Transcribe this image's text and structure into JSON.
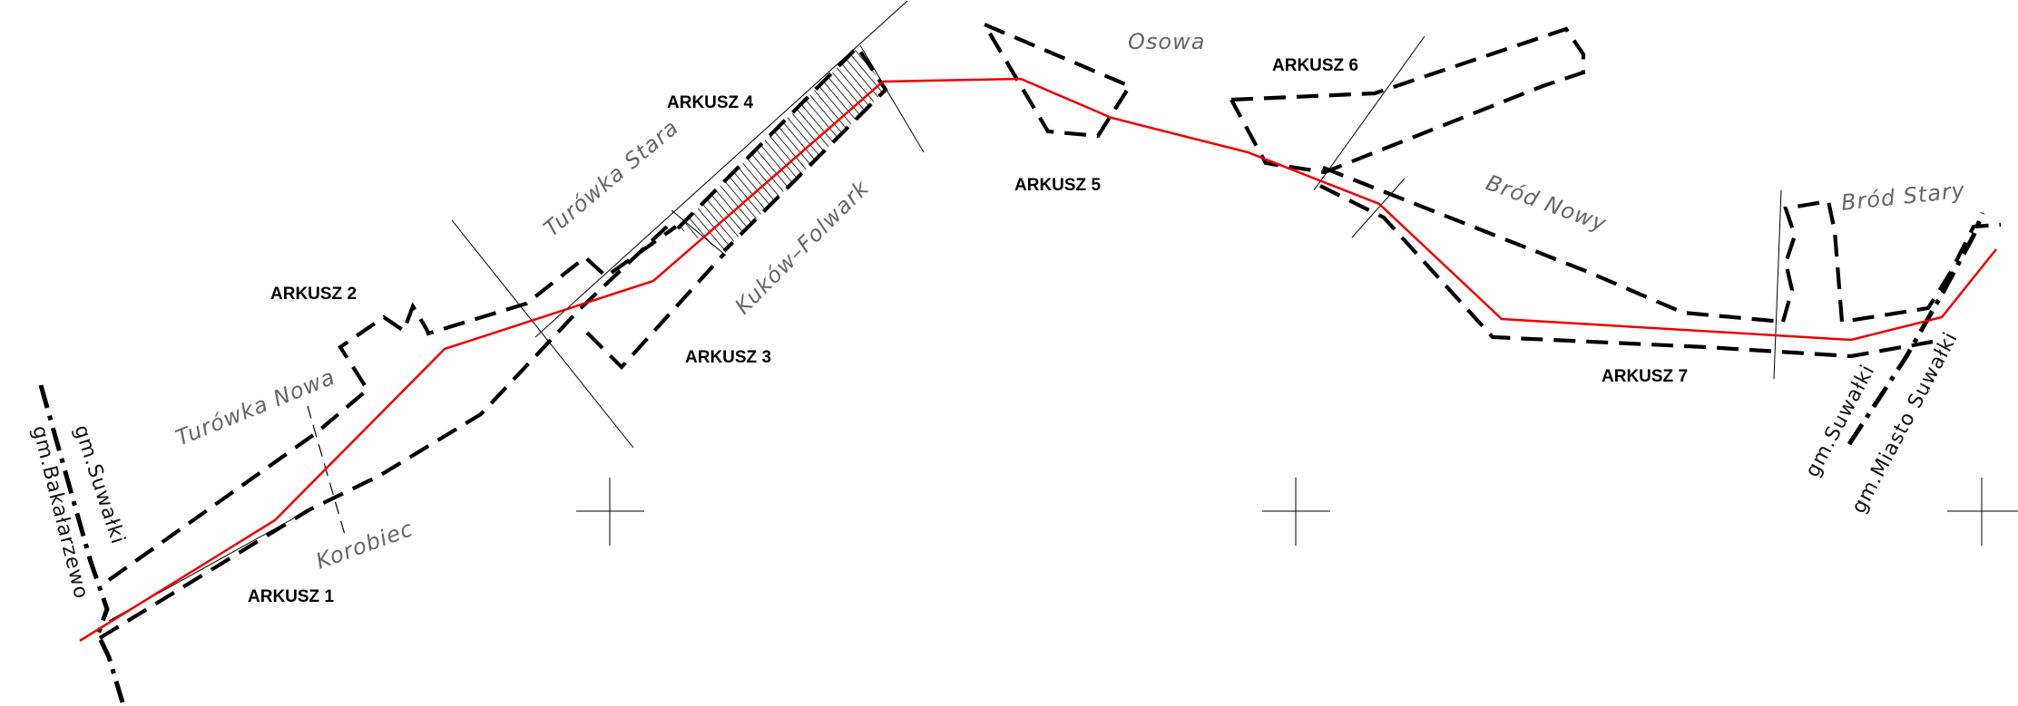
{
  "sheets": [
    {
      "label": "ARKUSZ 1"
    },
    {
      "label": "ARKUSZ 2"
    },
    {
      "label": "ARKUSZ 3"
    },
    {
      "label": "ARKUSZ 4"
    },
    {
      "label": "ARKUSZ 5"
    },
    {
      "label": "ARKUSZ 6"
    },
    {
      "label": "ARKUSZ 7"
    }
  ],
  "places": [
    {
      "name": "Turówka Nowa"
    },
    {
      "name": "Turówka Stara"
    },
    {
      "name": "Kuków–Folwark"
    },
    {
      "name": "Korobiec"
    },
    {
      "name": "Osowa"
    },
    {
      "name": "Bród Nowy"
    },
    {
      "name": "Bród Stary"
    }
  ],
  "admin_boundaries": [
    {
      "label": "gm.Suwałki"
    },
    {
      "label": "gm.Bakałarzewo"
    },
    {
      "label": "gm.Suwałki"
    },
    {
      "label": "gm.Miasto Suwałki"
    }
  ],
  "colors": {
    "route": "#ee0000",
    "boundary": "#000000",
    "place_label": "#666666"
  }
}
